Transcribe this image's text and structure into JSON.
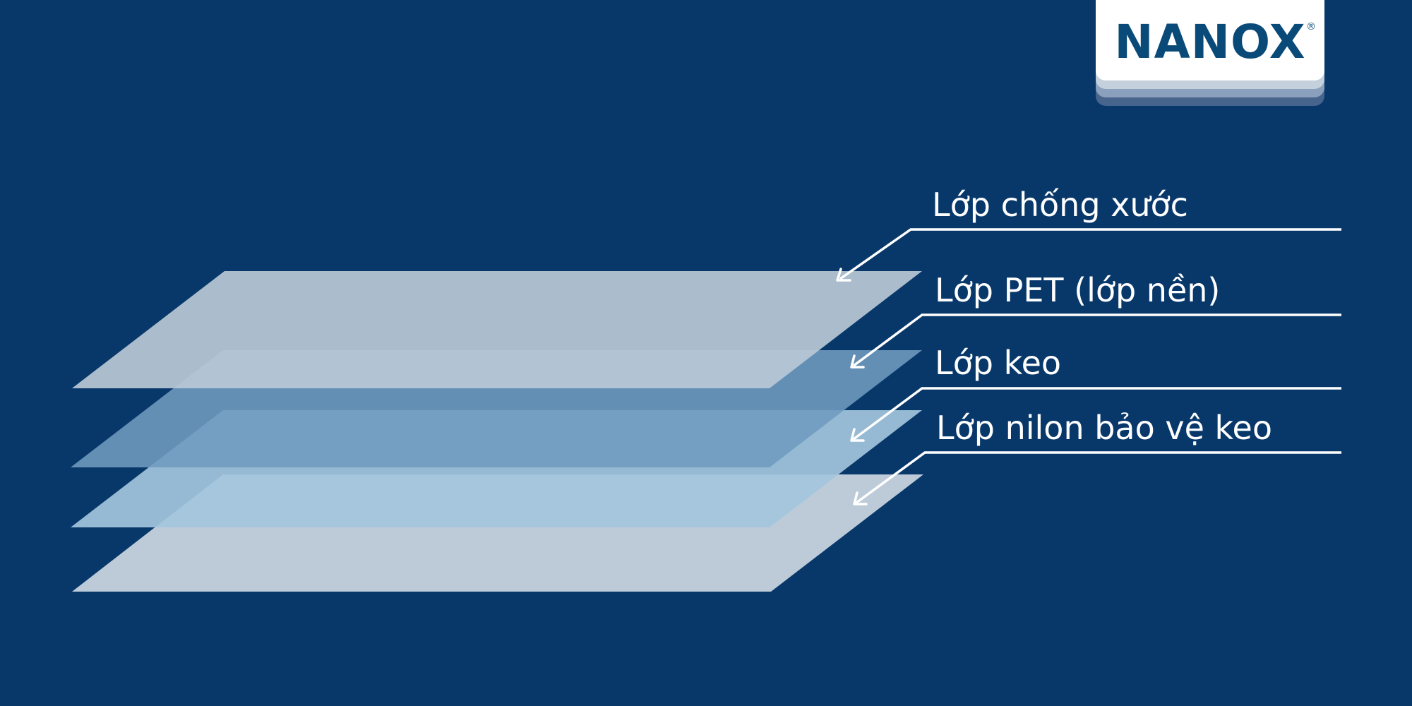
{
  "brand": {
    "wordmark": "NANOX",
    "registered_mark": "®"
  },
  "colors": {
    "background": "#08386a",
    "sheet_top": "#b8c7d5",
    "sheet_second": "#6f9bbf",
    "sheet_third": "#a3c5dc",
    "sheet_bottom": "#cdd8e3",
    "lines": "#ffffff"
  },
  "layers": [
    {
      "label": "Lớp chống xước"
    },
    {
      "label": "Lớp PET (lớp nền)"
    },
    {
      "label": "Lớp keo"
    },
    {
      "label": "Lớp nilon bảo vệ keo"
    }
  ]
}
